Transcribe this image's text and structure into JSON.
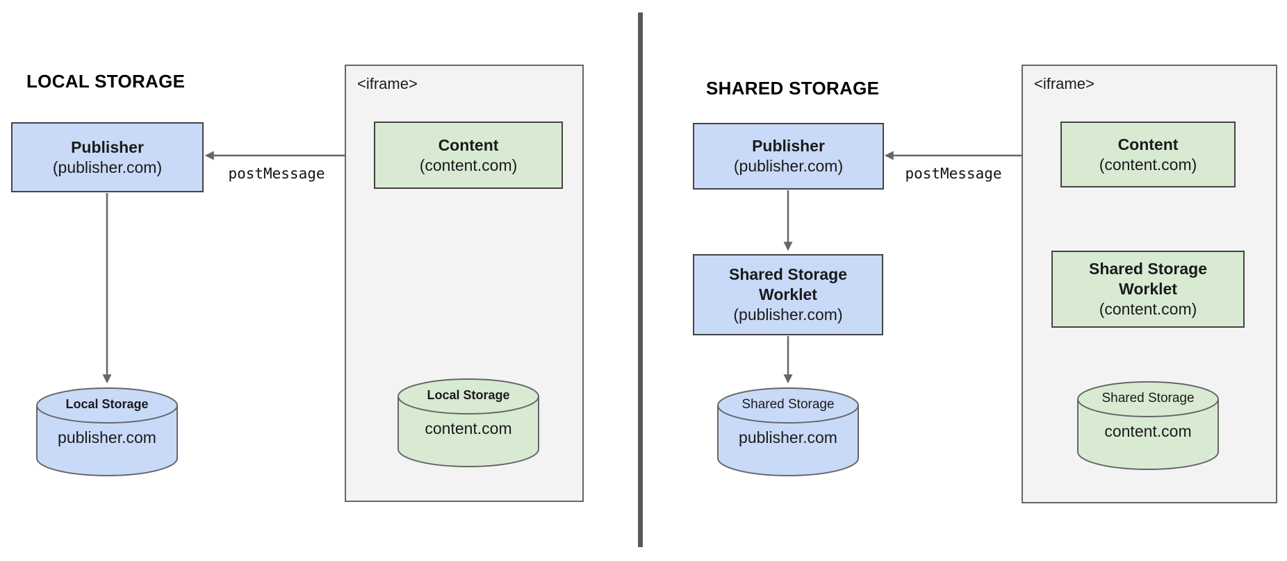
{
  "diagram": {
    "left": {
      "title": "LOCAL STORAGE",
      "publisher": {
        "name": "Publisher",
        "domain": "(publisher.com)"
      },
      "iframe_label": "<iframe>",
      "content": {
        "name": "Content",
        "domain": "(content.com)"
      },
      "post_message": "postMessage",
      "publisher_storage": {
        "label": "Local Storage",
        "domain": "publisher.com"
      },
      "content_storage": {
        "label": "Local Storage",
        "domain": "content.com"
      }
    },
    "right": {
      "title": "SHARED STORAGE",
      "publisher": {
        "name": "Publisher",
        "domain": "(publisher.com)"
      },
      "iframe_label": "<iframe>",
      "content": {
        "name": "Content",
        "domain": "(content.com)"
      },
      "post_message": "postMessage",
      "publisher_worklet": {
        "name": "Shared Storage Worklet",
        "domain": "(publisher.com)"
      },
      "content_worklet": {
        "name": "Shared Storage Worklet",
        "domain": "(content.com)"
      },
      "publisher_storage": {
        "label": "Shared Storage",
        "domain": "publisher.com"
      },
      "content_storage": {
        "label": "Shared Storage",
        "domain": "content.com"
      }
    }
  },
  "colors": {
    "publisher_fill": "#c9daf8",
    "content_fill": "#d9ead3",
    "iframe_fill": "#f3f3f3",
    "box_border": "#434343",
    "iframe_border": "#666666",
    "cylinder_stroke": "#666666",
    "arrow": "#666666",
    "divider": "#595959",
    "text": "#1a1a1a",
    "background": "#ffffff"
  }
}
